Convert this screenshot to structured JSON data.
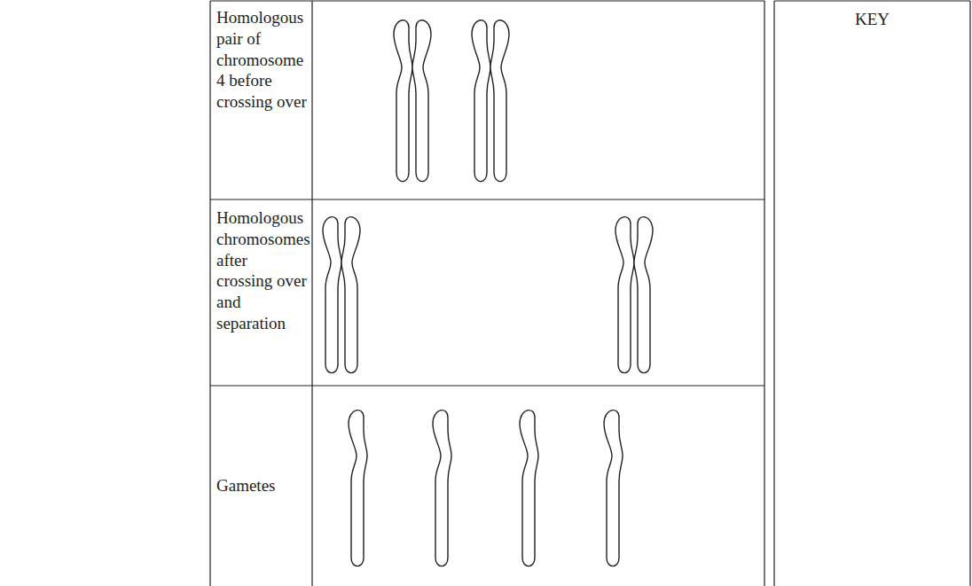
{
  "diagram": {
    "labels": [
      "Homologous pair of chromosome 4 before crossing over",
      "Homologous chromosomes after crossing over and separation",
      "Gametes",
      "KEY"
    ]
  }
}
